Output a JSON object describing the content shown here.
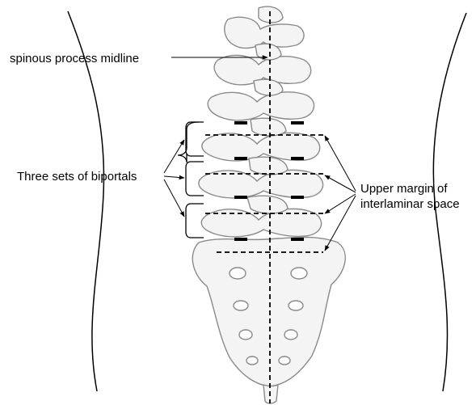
{
  "labels": {
    "spinous_midline": "spinous process midline",
    "biportals": "Three sets of biportals",
    "margin_line1": "Upper margin of",
    "margin_line2": "interlaminar space"
  },
  "colors": {
    "ink": "#000000",
    "bone_outline": "#8a8a8a",
    "bone_fill": "#f4f4f4"
  }
}
